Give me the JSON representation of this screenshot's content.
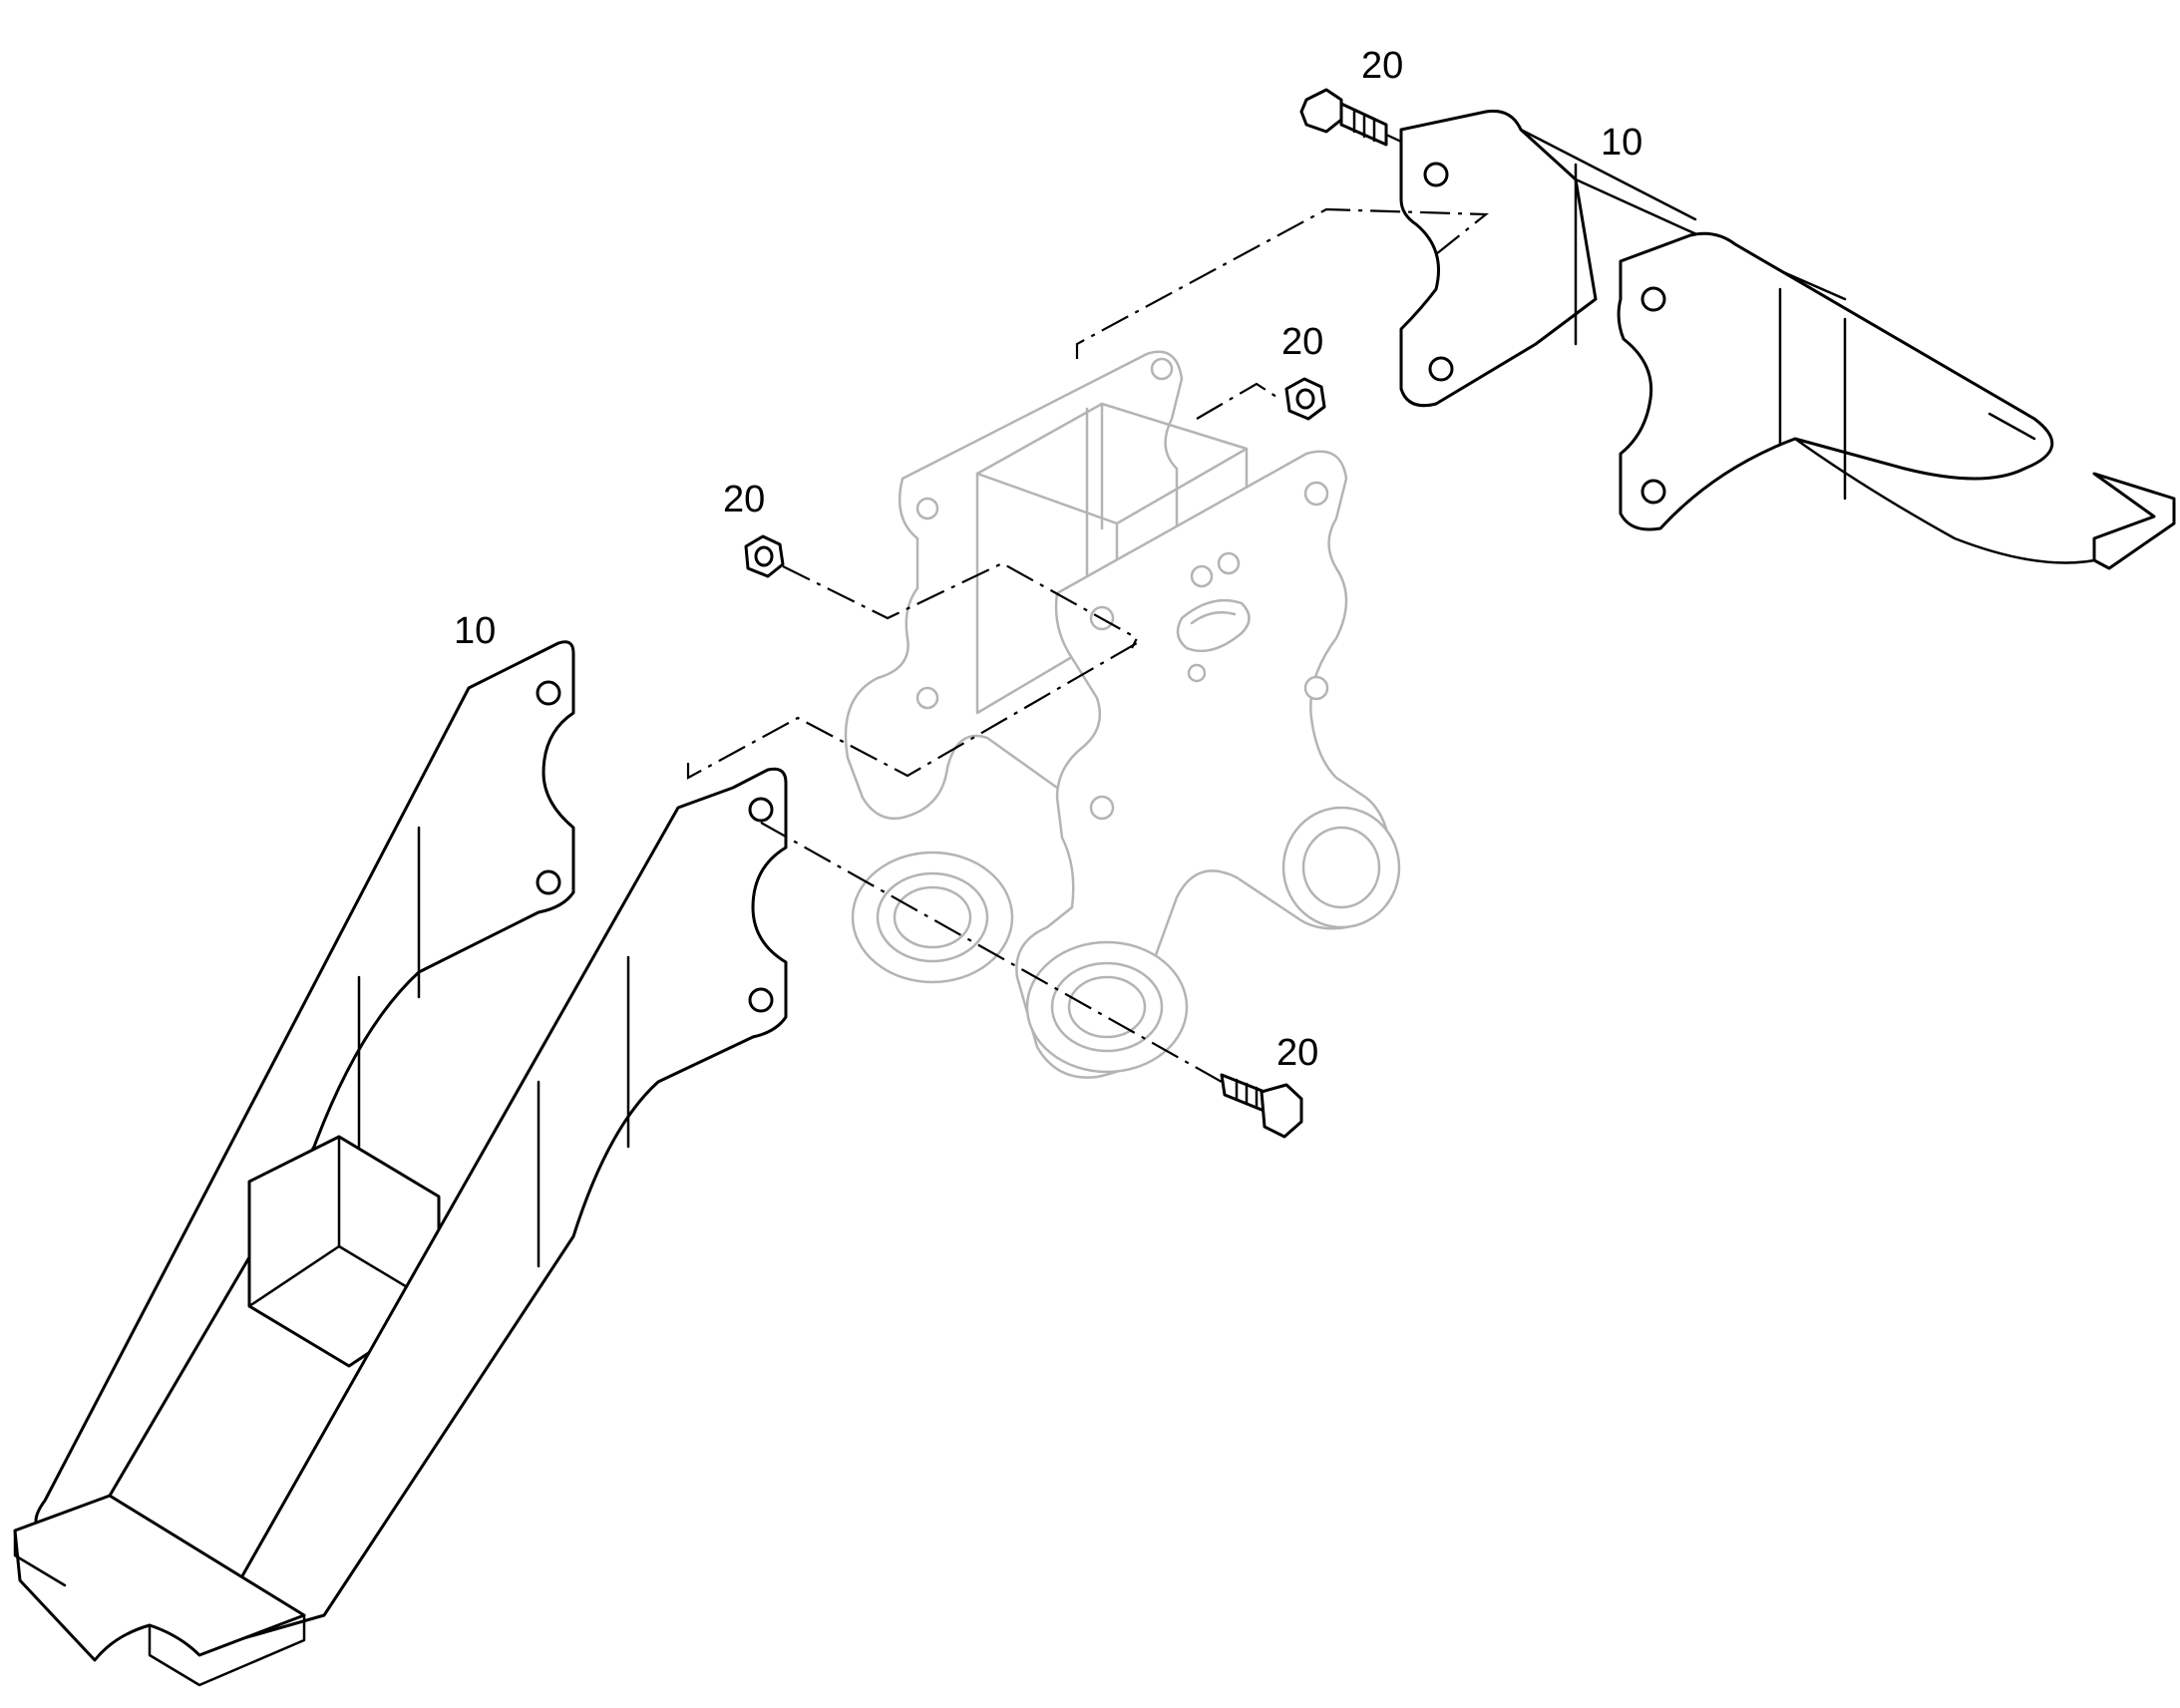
{
  "diagram": {
    "callouts": {
      "bracket_upper": "10",
      "bracket_lower": "10",
      "bolt_upper": "20",
      "nut_upper": "20",
      "nut_left": "20",
      "bolt_lower": "20"
    },
    "colors": {
      "line": "#000000",
      "ghost_line": "#b4b4b4",
      "background": "#ffffff"
    }
  }
}
